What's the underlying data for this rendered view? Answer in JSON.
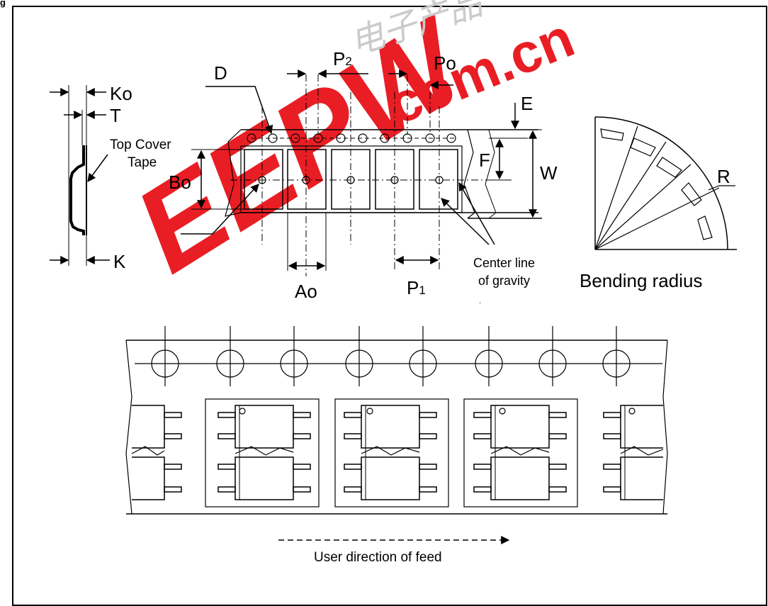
{
  "header": {
    "fig_label": "g"
  },
  "labels": {
    "ko": "Ko",
    "t": "T",
    "top_cover_line1": "Top Cover",
    "top_cover_line2": "Tape",
    "k": "K",
    "d": "D",
    "p2": "P",
    "p2_sub": "2",
    "po": "Po",
    "e": "E",
    "bo": "Bo",
    "f": "F",
    "w": "W",
    "ao": "Ao",
    "p1": "P",
    "p1_sub": "1",
    "center_line1": "Center line",
    "center_line2": "of gravity",
    "r": "R",
    "bending_radius": "Bending radius",
    "feed_direction": "User direction of feed"
  },
  "watermark": {
    "text": "EEPW",
    "domain": ".com.cn",
    "chinese": "电子产品",
    "color": "#e8121a"
  }
}
